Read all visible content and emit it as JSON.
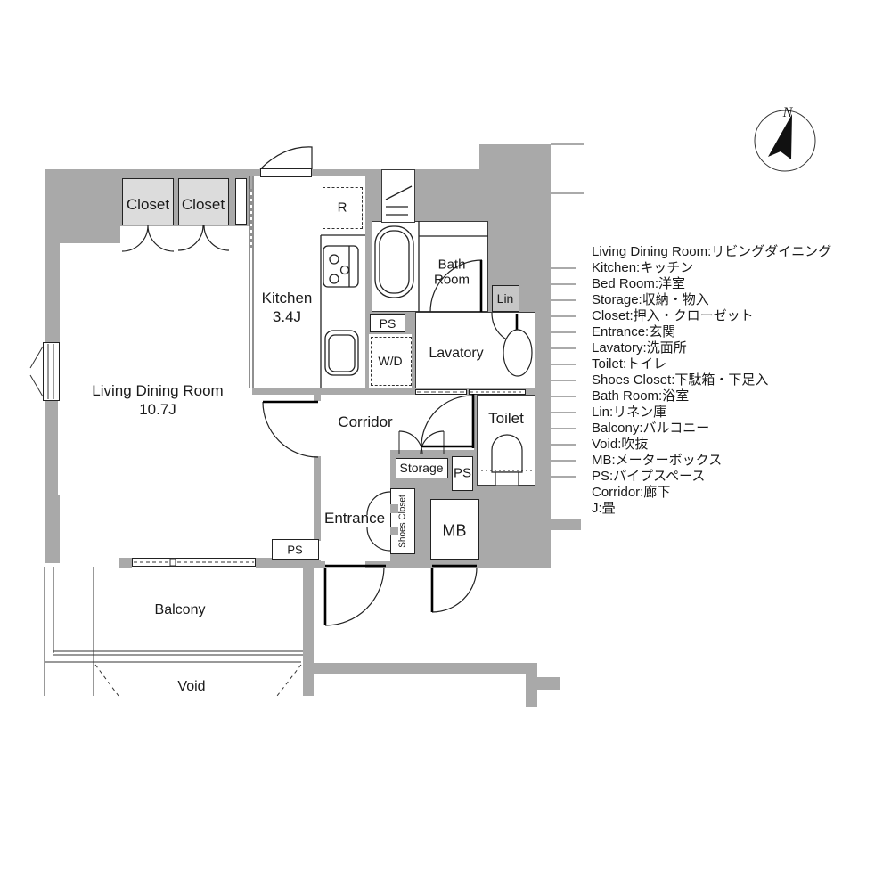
{
  "compass": {
    "north_label": "N"
  },
  "rooms": {
    "living_dining": {
      "label": "Living Dining Room",
      "area": "10.7J"
    },
    "kitchen": {
      "label": "Kitchen",
      "area": "3.4J"
    },
    "closet1": {
      "label": "Closet"
    },
    "closet2": {
      "label": "Closet"
    },
    "refrigerator": {
      "label": "R"
    },
    "bath": {
      "label_line1": "Bath",
      "label_line2": "Room"
    },
    "lavatory": {
      "label": "Lavatory"
    },
    "toilet": {
      "label": "Toilet"
    },
    "corridor": {
      "label": "Corridor"
    },
    "storage": {
      "label": "Storage"
    },
    "entrance": {
      "label": "Entrance"
    },
    "shoes_closet": {
      "label": "Shoes Closet"
    },
    "mb": {
      "label": "MB"
    },
    "lin": {
      "label": "Lin"
    },
    "wd": {
      "label": "W/D"
    },
    "ps_upper": {
      "label": "PS"
    },
    "ps_storage": {
      "label": "PS"
    },
    "ps_living": {
      "label": "PS"
    },
    "balcony": {
      "label": "Balcony"
    },
    "void": {
      "label": "Void"
    }
  },
  "legend": {
    "items": [
      "Living Dining Room:リビングダイニング",
      "Kitchen:キッチン",
      "Bed Room:洋室",
      "Storage:収納・物入",
      "Closet:押入・クローゼット",
      "Entrance:玄関",
      "Lavatory:洗面所",
      "Toilet:トイレ",
      "Shoes Closet:下駄箱・下足入",
      "Bath Room:浴室",
      "Lin:リネン庫",
      "Balcony:バルコニー",
      "Void:吹抜",
      "MB:メーターボックス",
      "PS:パイプスペース",
      "Corridor:廊下",
      "J:畳"
    ]
  },
  "colors": {
    "wall": "#a9a9a9",
    "closet_fill": "#dcdcdc",
    "lin_fill": "#c6c6c6",
    "line": "#222222"
  }
}
